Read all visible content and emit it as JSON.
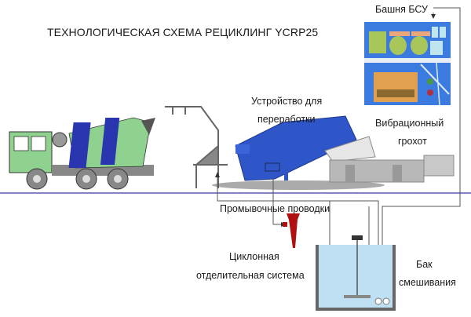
{
  "title": "ТЕХНОЛОГИЧЕСКАЯ СХЕМА РЕЦИКЛИНГ YCRP25",
  "labels": {
    "bsu_tower": "Башня БСУ",
    "processing_device_line1": "Устройство для",
    "processing_device_line2": "переработки",
    "vibrating_screen_line1": "Вибрационный",
    "vibrating_screen_line2": "грохот",
    "washing_pipes": "Промывочные проводки",
    "cyclone_line1": "Циклонная",
    "cyclone_line2": "отделительная система",
    "mixing_tank_line1": "Бак",
    "mixing_tank_line2": "смешивания"
  },
  "colors": {
    "ground_line": "#3b3b9a",
    "pipe": "#555555",
    "drum_blue": "#2f56c8",
    "truck_green": "#8fd18f",
    "cyclone_red": "#b01010",
    "water": "#bfe0f2",
    "tower_blue": "#3b7be0"
  }
}
